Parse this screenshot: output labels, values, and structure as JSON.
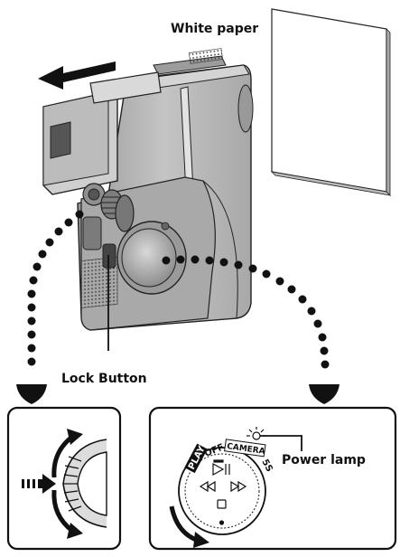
{
  "labels": {
    "white_paper": "White paper",
    "lock_button": "Lock Button",
    "power_lamp": "Power lamp"
  },
  "dial": {
    "play": "PLAY",
    "off": "OFF",
    "camera": "CAMERA",
    "ss": "5S"
  },
  "colors": {
    "ink": "#111111",
    "camera_body": "#b9b9b9",
    "camera_shadow": "#8c8c8c",
    "panel_border": "#111111",
    "paper": "#ffffff"
  },
  "icons": [
    "arrow-left-icon",
    "power-lamp-icon",
    "play-pause-icon",
    "rewind-icon",
    "fast-forward-icon",
    "stop-icon",
    "rotate-arrow-icon",
    "push-arrow-icon"
  ]
}
